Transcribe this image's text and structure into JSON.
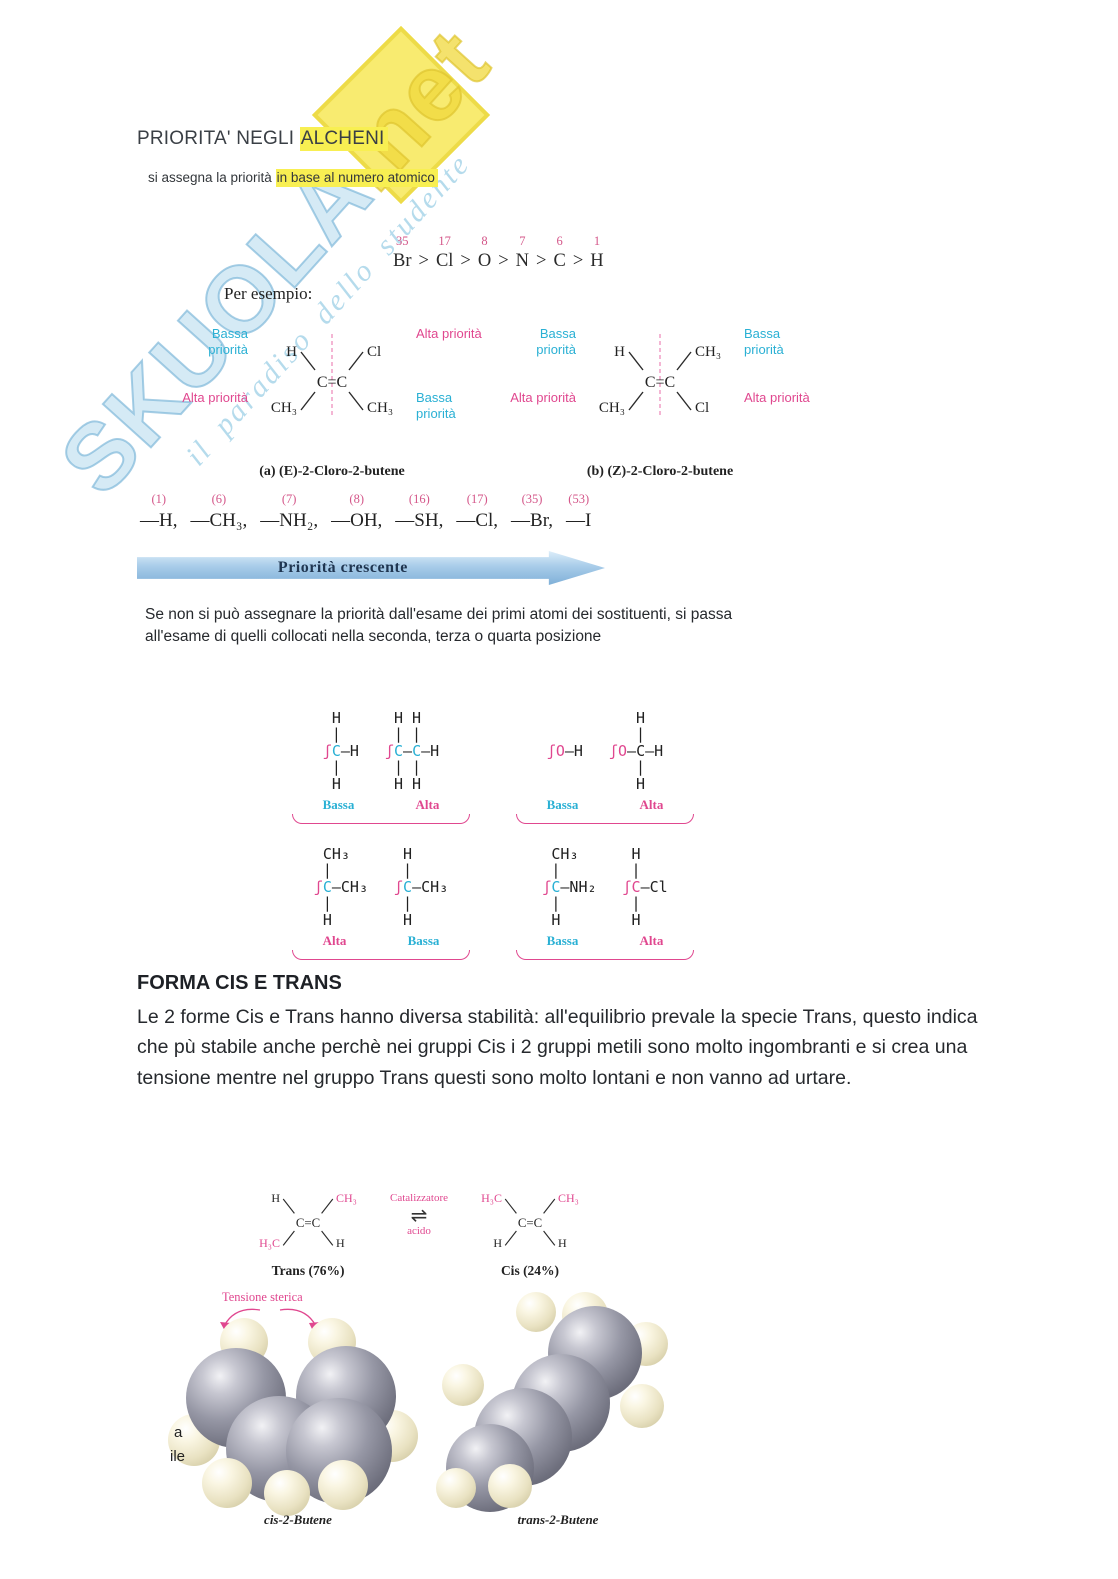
{
  "colors": {
    "cyan": "#2ab0d4",
    "pink": "#e0478f",
    "series_pink": "#d4578a",
    "highlight_yellow": "#f8ef52",
    "arrow_blue": "#7fb0d8"
  },
  "watermark": {
    "brand": "SKUOLA",
    "suffix": ".net",
    "tagline": "il paradiso dello studente"
  },
  "title": {
    "plain": "PRIORITA' NEGLI ",
    "highlight": "ALCHENI"
  },
  "subtitle": {
    "plain": "si assegna la priorità ",
    "highlight": "in base al numero atomico"
  },
  "atomic_series": {
    "numbers": [
      "35",
      "17",
      "8",
      "7",
      "6",
      "1"
    ],
    "elements": [
      "Br",
      "Cl",
      "O",
      "N",
      "C",
      "H"
    ],
    "separator": ">"
  },
  "example_label": "Per esempio:",
  "ez": {
    "cc": "C=C",
    "a": {
      "tl_label": "Bassa priorità",
      "tr_label": "Alta priorità",
      "bl_label": "Alta priorità",
      "br_label": "Bassa priorità",
      "tl": "H",
      "tr": "Cl",
      "bl": "CH₃",
      "br": "CH₃",
      "caption": "(a)  (E)-2-Cloro-2-butene"
    },
    "b": {
      "tl_label": "Bassa priorità",
      "tr_label": "Bassa priorità",
      "bl_label": "Alta priorità",
      "br_label": "Alta priorità",
      "tl": "H",
      "tr": "CH₃",
      "bl": "CH₃",
      "br": "Cl",
      "caption": "(b)  (Z)-2-Cloro-2-butene"
    }
  },
  "priority_series": {
    "items": [
      {
        "num": "(1)",
        "group": "—H,"
      },
      {
        "num": "(6)",
        "group": "—CH₃,"
      },
      {
        "num": "(7)",
        "group": "—NH₂,"
      },
      {
        "num": "(8)",
        "group": "—OH,"
      },
      {
        "num": "(16)",
        "group": "—SH,"
      },
      {
        "num": "(17)",
        "group": "—Cl,"
      },
      {
        "num": "(35)",
        "group": "—Br,"
      },
      {
        "num": "(53)",
        "group": "—I"
      }
    ]
  },
  "arrow_label": "Priorità crescente",
  "note_lines": [
    "Se non si può assegnare la priorità dall'esame dei primi atomi dei sostituenti, si passa",
    "all'esame di quelli collocati nella seconda, terza o quarta posizione"
  ],
  "minis": {
    "sq": "ʃ",
    "s1": {
      "top": " H",
      "tbar": " |",
      "a1": "C",
      "a2": "—H",
      "bbar": " |",
      "bottom": " H",
      "label": "Bassa"
    },
    "s2": {
      "top": " H H",
      "tbar": " | |",
      "a1": "C",
      "a2": "—",
      "a3": "C",
      "a4": "—H",
      "bbar": " | |",
      "bottom": " H H",
      "label": "Alta"
    },
    "s3": {
      "a1": "O",
      "a2": "—H",
      "label": "Bassa"
    },
    "s4": {
      "top": "   H",
      "tbar": "   |",
      "a1": "O",
      "a2": "—",
      "a3": "C",
      "a4": "—H",
      "bbar": "   |",
      "bottom": "   H",
      "label": "Alta"
    },
    "s5": {
      "top": " CH₃",
      "tbar": " |",
      "a1": "C",
      "a2": "—CH₃",
      "bbar": " |",
      "bottom": " H",
      "label": "Alta"
    },
    "s6": {
      "top": " H",
      "tbar": " |",
      "a1": "C",
      "a2": "—CH₃",
      "bbar": " |",
      "bottom": " H",
      "label": "Bassa"
    },
    "s7": {
      "top": " CH₃",
      "tbar": " |",
      "a1": "C",
      "a2": "—NH₂",
      "bbar": " |",
      "bottom": " H",
      "label": "Bassa"
    },
    "s8": {
      "top": " H",
      "tbar": " |",
      "a1": "C",
      "a2": "—Cl",
      "bbar": " |",
      "bottom": " H",
      "label": "Alta"
    }
  },
  "cis_trans": {
    "heading": "FORMA CIS E TRANS",
    "paragraph": "Le 2 forme Cis e Trans hanno diversa stabilità: all'equilibrio prevale la specie Trans, questo indica che pù stabile anche perchè nei gruppi Cis i 2 gruppi metili sono molto ingombranti e si crea una tensione mentre nel gruppo Trans questi sono molto lontani e non vanno ad urtare."
  },
  "equilibrium": {
    "cc": "C=C",
    "trans": {
      "tl": "H",
      "tr": "CH₃",
      "bl": "H₃C",
      "br": "H",
      "caption": "Trans (76%)"
    },
    "catalyst_line1": "Catalizzatore",
    "catalyst_line2": "acido",
    "arrow": "⇌",
    "cis": {
      "tl": "H₃C",
      "tr": "CH₃",
      "bl": "H",
      "br": "H",
      "caption": "Cis (24%)"
    }
  },
  "steric_label": "Tensione sterica",
  "models": {
    "left_caption": "cis-2-Butene",
    "right_caption": "trans-2-Butene"
  },
  "margin_fragments": {
    "f1": "a",
    "f2": "ile"
  }
}
